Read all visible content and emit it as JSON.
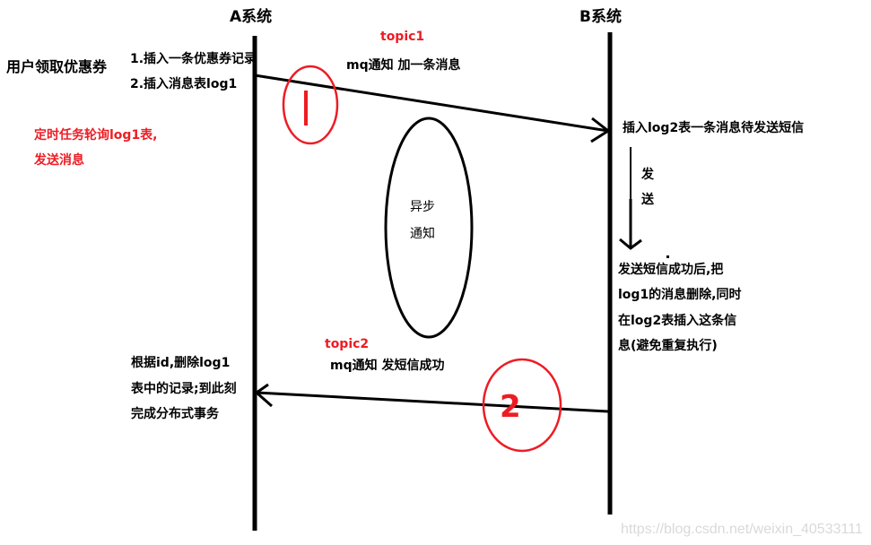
{
  "diagram": {
    "type": "sequence",
    "colors": {
      "line": "#000000",
      "accent": "#ed1c24",
      "background": "#ffffff",
      "watermark": "#d9d9d9"
    },
    "lifelines": [
      {
        "id": "A",
        "title": "A系统"
      },
      {
        "id": "B",
        "title": "B系统"
      }
    ],
    "left_panel": {
      "user_action": "用户领取优惠券",
      "scheduled_task": [
        "定时任务轮询log1表,",
        "发送消息"
      ]
    },
    "a_steps": [
      "1.插入一条优惠券记录",
      "2.插入消息表log1"
    ],
    "message1": {
      "topic": "topic1",
      "label": "mq通知 加一条消息",
      "marker": "1",
      "from": "A",
      "to": "B"
    },
    "async_ellipse": {
      "lines": [
        "异步",
        "通知"
      ]
    },
    "b_insert": "插入log2表一条消息待发送短信",
    "b_send": {
      "chars": [
        "发",
        "送"
      ]
    },
    "b_result": [
      "发送短信成功后,把",
      "log1的消息删除,同时",
      "在log2表插入这条信",
      "息(避免重复执行)"
    ],
    "message2": {
      "topic": "topic2",
      "label": "mq通知 发短信成功",
      "marker": "2",
      "from": "B",
      "to": "A"
    },
    "a_final": [
      "根据id,删除log1",
      "表中的记录;到此刻",
      "完成分布式事务"
    ],
    "watermark": "https://blog.csdn.net/weixin_40533111"
  }
}
